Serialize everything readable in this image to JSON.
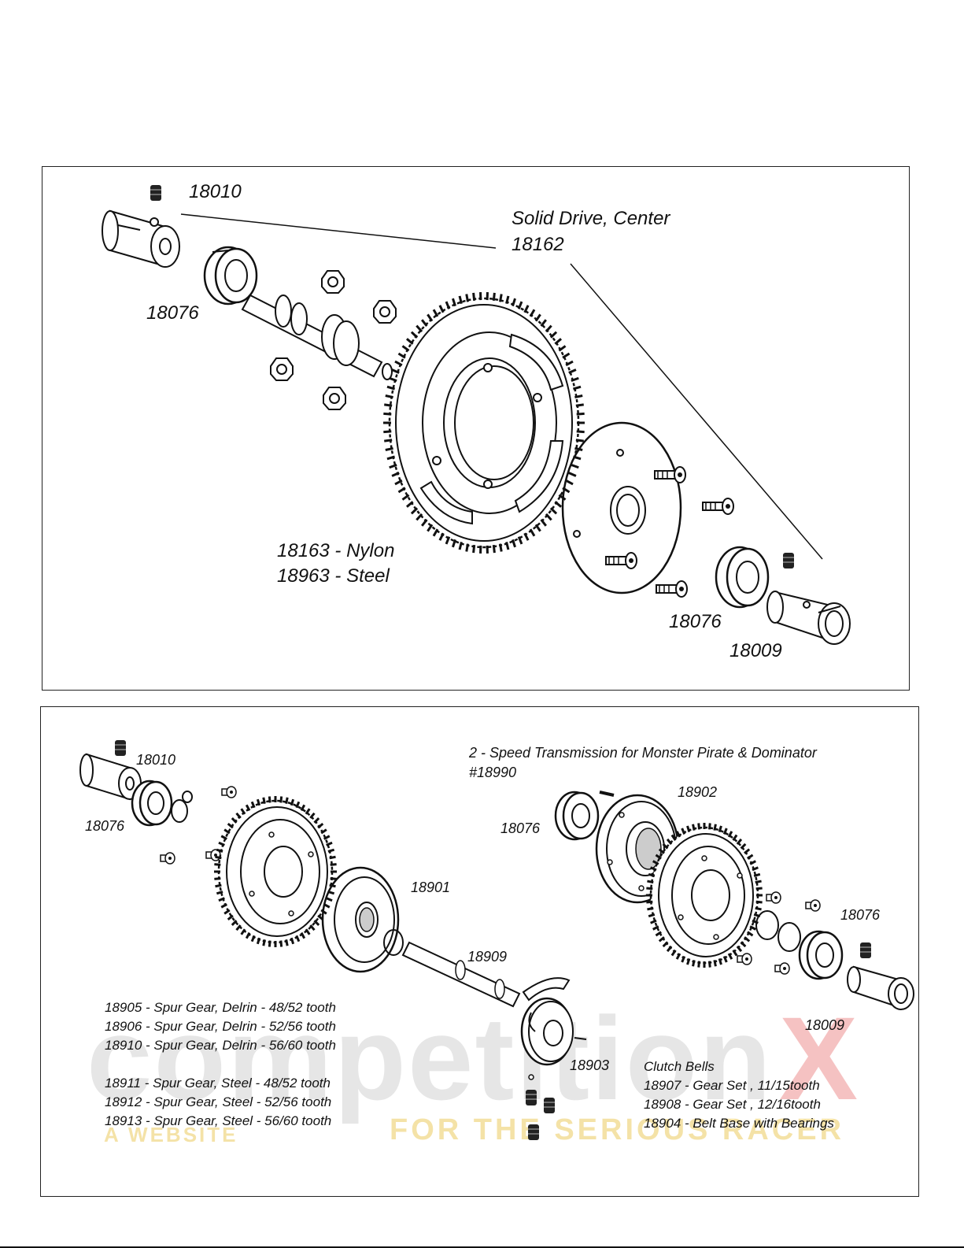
{
  "top_panel": {
    "labels": {
      "cup_left": "18010",
      "assembly_name": "Solid Drive, Center",
      "assembly_number": "18162",
      "bearing_left": "18076",
      "spur_nylon": "18163 - Nylon",
      "spur_steel": "18963 - Steel",
      "bearing_right": "18076",
      "cup_right": "18009"
    }
  },
  "bottom_panel": {
    "title_line1": "2 - Speed Transmission for Monster Pirate & Dominator",
    "title_line2": "#18990",
    "labels": {
      "cup_left": "18010",
      "bearing_left": "18076",
      "hub": "18901",
      "shaft": "18909",
      "clutch": "18903",
      "bearing_mid": "18076",
      "carrier": "18902",
      "bearing_right": "18076",
      "cup_right": "18009"
    },
    "spur_list": [
      "18905 - Spur Gear, Delrin - 48/52 tooth",
      "18906 - Spur Gear, Delrin - 52/56 tooth",
      "18910 - Spur Gear, Delrin - 56/60 tooth",
      "18911 - Spur Gear, Steel - 48/52 tooth",
      "18912 - Spur Gear, Steel - 52/56 tooth",
      "18913 - Spur Gear, Steel -  56/60 tooth"
    ],
    "clutch_list": [
      "Clutch Bells",
      "18907 - Gear Set , 11/15tooth",
      "18908 - Gear Set , 12/16tooth",
      "18904 - Belt Base with Bearings"
    ]
  },
  "watermark": {
    "main": "competition",
    "x": "X",
    "left_tag": "A WEBSITE",
    "right_tag": "FOR THE SERIOUS RACER"
  }
}
